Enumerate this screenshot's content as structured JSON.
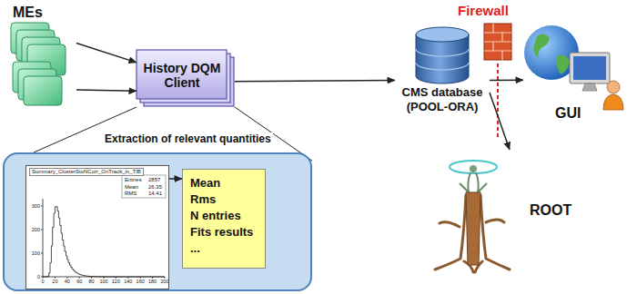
{
  "diagram": {
    "nodes": [
      {
        "text": [
          "MEs"
        ]
      },
      {
        "text": [
          "History DQM Client"
        ]
      },
      {
        "text": [
          "Extraction of relevant quantities"
        ]
      },
      {
        "text": [
          "Summary_ClusterStoNCorr_OnTrack_in_TIB",
          "Entries",
          "2857",
          "Mean",
          "26.35",
          "RMS",
          "14.41",
          "0",
          "20",
          "40",
          "60",
          "80",
          "100",
          "120",
          "140",
          "160",
          "180",
          "200",
          "0",
          "100",
          "200",
          "300"
        ],
        "in": 2
      },
      {
        "text": [
          "Mean",
          "Rms",
          "N entries",
          "Fits results",
          "..."
        ],
        "in": 2
      },
      {
        "text": [
          "CMS database (POOL-ORA)"
        ]
      },
      {
        "text": [
          "GUI"
        ]
      },
      {
        "text": [
          "ROOT"
        ]
      }
    ],
    "edges": [
      {
        "from": 0,
        "to": 1,
        "arrow": "to"
      },
      {
        "from": 0,
        "to": 1,
        "arrow": "to"
      },
      {
        "from": 1,
        "to": 2,
        "arrow": "none"
      },
      {
        "from": 1,
        "to": 2,
        "arrow": "none"
      },
      {
        "from": 3,
        "to": 4,
        "arrow": "to"
      },
      {
        "from": 1,
        "to": 5,
        "arrow": "to"
      },
      {
        "from": 5,
        "to": 6,
        "arrow": "to"
      },
      {
        "from": 5,
        "to": 7,
        "arrow": "to"
      }
    ],
    "labels": [
      "Firewall"
    ]
  }
}
